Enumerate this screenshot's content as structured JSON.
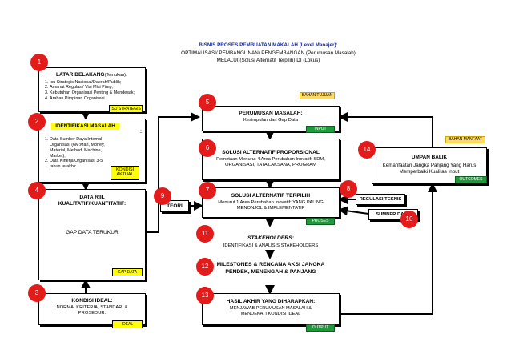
{
  "header": {
    "line1": "BISNIS PROSES PEMBUATAN MAKALAH (Level Manajer):",
    "line2": "OPTIMALISASI/ PEMBANGUNAN/ PENGEMBANGAN (Perumusan Masalah)",
    "line3": "MELALUI (Solusi Alternatif Terpilih) DI (Lokus)"
  },
  "left": {
    "latar": {
      "num": "1",
      "title": "LATAR BELAKANG",
      "title_suffix": "(Temukan):",
      "items": [
        "Isu Strategis Nasional/Daerah/Publik;",
        "Amanat Regulasi/ Visi Misi Pimp;",
        "Kebutuhan Organisasi Penting & Mendesak;",
        "Arahan Pimpinan Organisasi"
      ],
      "tag": "ISU STRATEGIS"
    },
    "identifikasi": {
      "num": "2",
      "title": "IDENTIFIKASI MASALAH",
      "colon": ":",
      "items": [
        "Data Sumber Daya Internal Organisasi (6M:Man, Money, Material, Method, Machine, Market);",
        "Data Kinerja Organisasi 3-5 tahun terakhir."
      ],
      "tag": "KONDISI AKTUAL"
    },
    "data_riil": {
      "num": "4",
      "title": "DATA RIIL KUALITATIF/KUANTITATIF:",
      "body": "GAP DATA TERUKUR",
      "tag": "GAP DATA"
    },
    "kondisi_ideal": {
      "num": "3",
      "title": "KONDISI IDEAL:",
      "body": "NORMA, KRITERIA, STANDAR, & PROSEDUR.",
      "tag": "IDEAL"
    }
  },
  "teori": {
    "num": "9",
    "label": "TEORI"
  },
  "center": {
    "perumusan": {
      "num": "5",
      "title": "PERUMUSAN MASALAH:",
      "body": "Kesimpulan dari Gap Data",
      "tag_top": "BAHAN TUJUAN",
      "tag": "INPUT"
    },
    "solusi_prop": {
      "num": "6",
      "title": "SOLUSI ALTERNATIF PROPORSIONAL",
      "body": "Pemetaan Menurut 4 Area Perubahan Inovatif: SDM, ORGANISASI, TATA LAKSANA, PROGRAM"
    },
    "solusi_terpilih": {
      "num": "7",
      "title": "SOLUSI ALTERNATIF TERPILIH",
      "body": "Menurut 1 Area Perubahan Inovatif: YANG PALING MENONJOL & IMPLEMENTATIF",
      "tag": "PROSES"
    },
    "stakeholders": {
      "num": "11",
      "title": "STAKEHOLDERS:",
      "body": "IDENTIFIKASI & ANALISIS STAKEHOLDERS"
    },
    "milestones": {
      "num": "12",
      "title": "MILESTONES & RENCANA AKSI JANGKA PENDEK, MENENGAH & PANJANG"
    },
    "hasil": {
      "num": "13",
      "title": "HASIL AKHIR YANG DIHARAPKAN:",
      "body": "MENJAWAB PERUMUSAN MASALAH & MENDEKATI KONDISI IDEAL",
      "tag": "OUTPUT"
    }
  },
  "right": {
    "regulasi": {
      "num": "8",
      "label": "REGULASI TEKNIS"
    },
    "sumber_dana": {
      "num": "10",
      "label": "SUMBER DANA"
    },
    "umpan_balik": {
      "num": "14",
      "title": "UMPAN BALIK",
      "body": "Kemanfaatan Jangka Panjang Yang Harus Memperbaiki Kualitas Input",
      "tag_top": "BAHAN MANFAAT",
      "tag": "OUTCOMES"
    }
  }
}
